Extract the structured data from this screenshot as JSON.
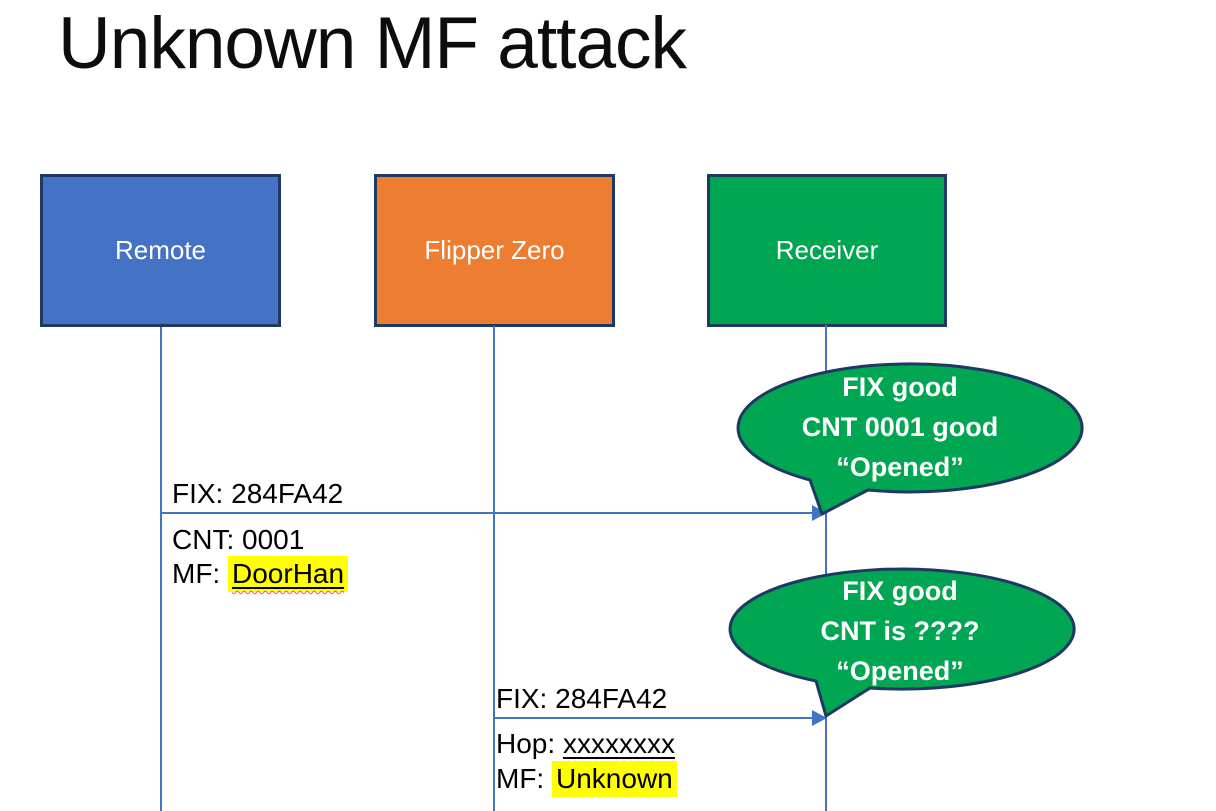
{
  "title": "Unknown MF attack",
  "actors": [
    {
      "label": "Remote",
      "fill": "#4472C4"
    },
    {
      "label": "Flipper Zero",
      "fill": "#ED7D31"
    },
    {
      "label": "Receiver",
      "fill": "#00A651"
    }
  ],
  "messages": [
    {
      "from": "Remote",
      "to": "Receiver",
      "line_above": "FIX: 284FA42",
      "lines_below": [
        {
          "text": "CNT: 0001"
        },
        {
          "prefix": "MF: ",
          "value": "DoorHan",
          "style": "highlight underline wavy"
        }
      ]
    },
    {
      "from": "Flipper Zero",
      "to": "Receiver",
      "line_above": "FIX: 284FA42",
      "lines_below": [
        {
          "prefix": "Hop: ",
          "value": "xxxxxxxx",
          "style": "underline wavy"
        },
        {
          "prefix": "MF: ",
          "value": "Unknown",
          "style": "highlight"
        }
      ]
    }
  ],
  "callouts": [
    {
      "lines": [
        "FIX good",
        "CNT 0001 good",
        "“Opened”"
      ]
    },
    {
      "lines": [
        "FIX good",
        "CNT is ????",
        "“Opened”"
      ]
    }
  ],
  "colors": {
    "remote_fill": "#4472C4",
    "flipper_fill": "#ED7D31",
    "receiver_fill": "#00A651",
    "box_border": "#1F3864",
    "callout_fill": "#00A651",
    "callout_border": "#1F3864",
    "line_blue": "#4472C4",
    "highlight_yellow": "#FFFF00",
    "spellcheck_red": "#FF4F43",
    "title_color": "#0D0D0D",
    "text_on_fill": "#FFFFFF",
    "message_text": "#000000"
  }
}
